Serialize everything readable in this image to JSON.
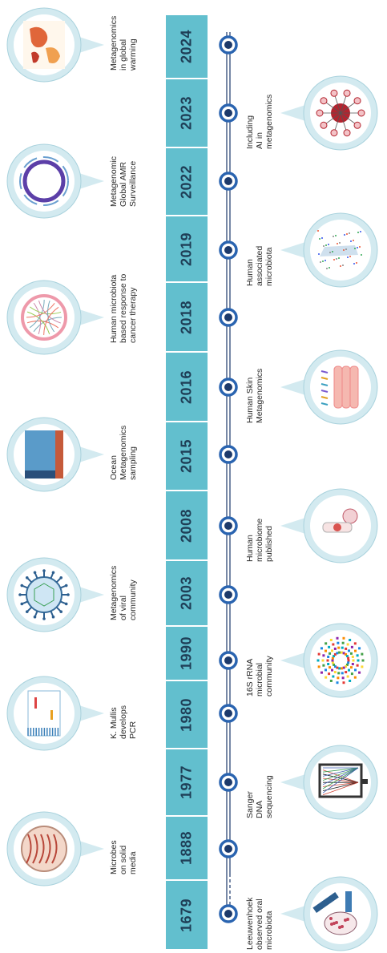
{
  "events": [
    {
      "year": "1679",
      "lines": [
        "Leeuwenhoek",
        "observed oral",
        "microbiota"
      ],
      "icon": "microscope-icon",
      "side": "bottom"
    },
    {
      "year": "1888",
      "lines": [
        "Microbes",
        "on solid",
        "media"
      ],
      "icon": "petri-dish-icon",
      "side": "top"
    },
    {
      "year": "1977",
      "lines": [
        "Sanger",
        "DNA",
        "sequencing"
      ],
      "icon": "sequencer-monitor-icon",
      "side": "bottom"
    },
    {
      "year": "1980",
      "lines": [
        "K. Mullis",
        "develops",
        "PCR"
      ],
      "icon": "pcr-gel-icon",
      "side": "top"
    },
    {
      "year": "1990",
      "lines": [
        "16S rRNA",
        "microbial",
        "community"
      ],
      "icon": "phylogenetic-circle-icon",
      "side": "bottom"
    },
    {
      "year": "2003",
      "lines": [
        "Metagenomics",
        "of viral",
        "community"
      ],
      "icon": "virus-icon",
      "side": "top"
    },
    {
      "year": "2008",
      "lines": [
        "Human",
        "microbiome",
        "published"
      ],
      "icon": "human-body-icon",
      "side": "bottom"
    },
    {
      "year": "2015",
      "lines": [
        "Ocean",
        "Metagenomics",
        "sampling"
      ],
      "icon": "ocean-sampling-icon",
      "side": "top"
    },
    {
      "year": "2016",
      "lines": [
        "Human Skin",
        "Metagenomics"
      ],
      "icon": "skin-cells-icon",
      "side": "bottom"
    },
    {
      "year": "2018",
      "lines": [
        "Human microbiota",
        "based response to",
        "cancer therapy"
      ],
      "icon": "circos-plot-icon",
      "side": "top"
    },
    {
      "year": "2019",
      "lines": [
        "Human",
        "associated",
        "microbiota"
      ],
      "icon": "body-scatter-icon",
      "side": "bottom"
    },
    {
      "year": "2022",
      "lines": [
        "Metagenomic",
        "Global AMR",
        "Surveillance"
      ],
      "icon": "amr-ring-icon",
      "side": "top"
    },
    {
      "year": "2023",
      "lines": [
        "Including",
        "AI in",
        "metagenomics"
      ],
      "icon": "ai-network-icon",
      "side": "bottom"
    },
    {
      "year": "2024",
      "lines": [
        "Metagenomics",
        "in global",
        "warming"
      ],
      "icon": "world-map-icon",
      "side": "top"
    }
  ],
  "colors": {
    "year_box": "#62bfce",
    "year_text": "#1f3f57",
    "axis_line": "#1d3a6b",
    "node_ring": "#2a64b0",
    "node_core": "#1d3a6b",
    "bubble": "#d3eaf0",
    "bubble_edge": "#a9d2dd"
  }
}
